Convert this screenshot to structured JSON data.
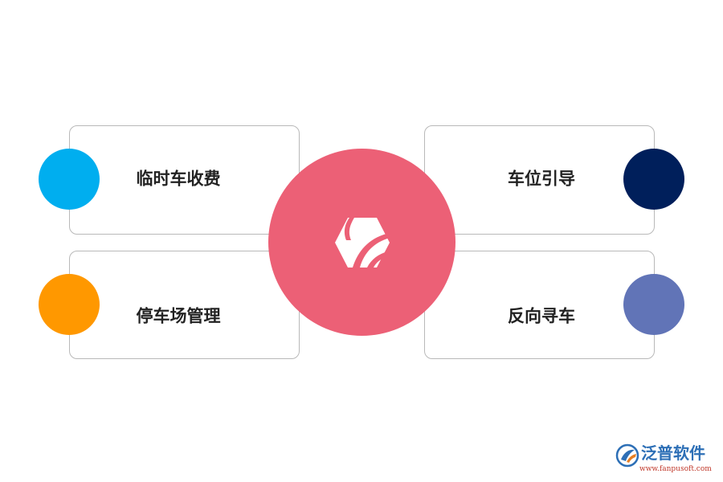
{
  "diagram": {
    "items": [
      {
        "label": "临时车收费",
        "color": "#00aeef"
      },
      {
        "label": "停车场管理",
        "color": "#ff9800"
      },
      {
        "label": "车位引导",
        "color": "#001f5b"
      },
      {
        "label": "反向寻车",
        "color": "#6174b7"
      }
    ],
    "center": {
      "color": "#ec6076",
      "icon": "fanpu-hexagon-logo-icon"
    }
  },
  "watermark": {
    "name": "泛普软件",
    "url": "www.fanpusoft.com"
  }
}
